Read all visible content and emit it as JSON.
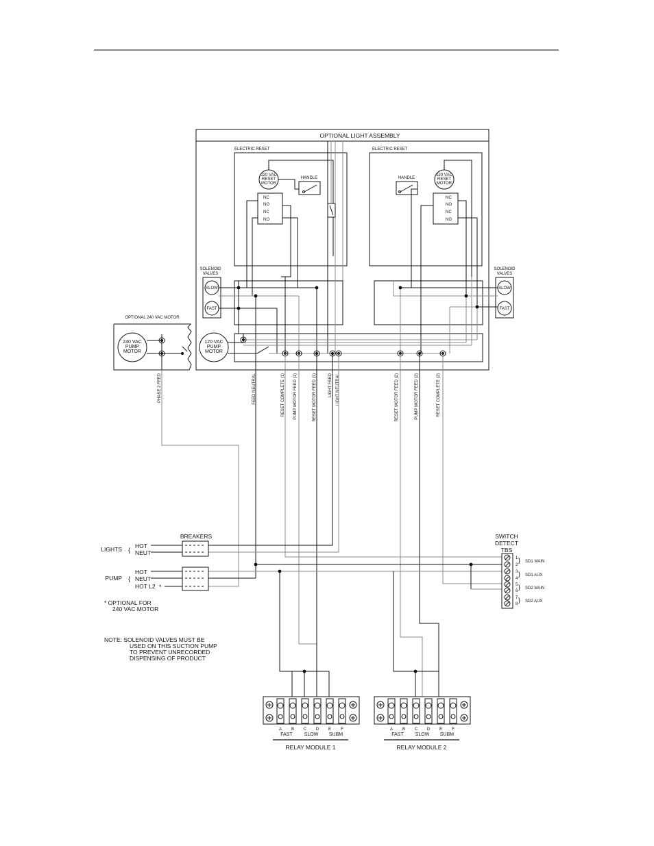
{
  "title": "OPTIONAL LIGHT ASSEMBLY",
  "reset_left": {
    "label": "ELECTRIC RESET",
    "motor": [
      "120 VAC",
      "RESET",
      "MOTOR"
    ],
    "handle": "HANDLE",
    "contacts": [
      "NC",
      "NO",
      "NC",
      "NO"
    ]
  },
  "reset_right": {
    "label": "ELECTRIC RESET",
    "motor": [
      "120 VAC",
      "RESET",
      "MOTOR"
    ],
    "handle": "HANDLE",
    "contacts": [
      "NC",
      "NO",
      "NC",
      "NO"
    ]
  },
  "solenoid_left": {
    "label": [
      "SOLENOID",
      "VALVES"
    ],
    "slow": "SLOW",
    "fast": "FAST"
  },
  "solenoid_right": {
    "label": [
      "SOLENOID",
      "VALVES"
    ],
    "slow": "SLOW",
    "fast": "FAST"
  },
  "pump_120": [
    "120 VAC",
    "PUMP",
    "MOTOR"
  ],
  "pump_240": {
    "label": "OPTIONAL 240 VAC MOTOR",
    "motor": [
      "240 VAC",
      "PUMP",
      "MOTOR"
    ]
  },
  "wire_labels": [
    "PHASE 2 FEED",
    "FEED NEUTRAL",
    "RESET COMPLETE (1)",
    "PUMP MOTOR FEED (1)",
    "RESET MOTOR FEED (1)",
    "LIGHT FEED",
    "LIGHT NEUTRAL",
    "RESET MOTOR FEED (2)",
    "PUMP MOTOR FEED (2)",
    "RESET COMPLETE (2)"
  ],
  "breakers": {
    "label": "BREAKERS",
    "lights": {
      "label": "LIGHTS",
      "lines": [
        "HOT",
        "NEUT"
      ]
    },
    "pump": {
      "label": "PUMP",
      "lines": [
        "HOT",
        "NEUT",
        "HOT L2"
      ]
    },
    "asterisk": "*"
  },
  "optional_note": [
    "* OPTIONAL FOR",
    "240 VAC MOTOR"
  ],
  "note": [
    "NOTE:  SOLENOID VALVES MUST BE",
    "USED ON THIS SUCTION PUMP",
    "TO PREVENT UNRECORDED",
    "DISPENSING OF PRODUCT"
  ],
  "switch_detect": {
    "label": [
      "SWITCH",
      "DETECT",
      "TBS"
    ],
    "terminals": [
      "1",
      "2",
      "3",
      "4",
      "5",
      "6",
      "7",
      "8"
    ],
    "groups": [
      "SD1 MAIN",
      "SD1 AUX",
      "SD2 MAIN",
      "SD2 AUX"
    ]
  },
  "relay_modules": [
    {
      "label": "RELAY MODULE 1",
      "letters": [
        "A",
        "B",
        "C",
        "D",
        "E",
        "F"
      ],
      "groups": [
        "FAST",
        "SLOW",
        "SUBM"
      ]
    },
    {
      "label": "RELAY MODULE 2",
      "letters": [
        "A",
        "B",
        "C",
        "D",
        "E",
        "F"
      ],
      "groups": [
        "FAST",
        "SLOW",
        "SUBM"
      ]
    }
  ]
}
